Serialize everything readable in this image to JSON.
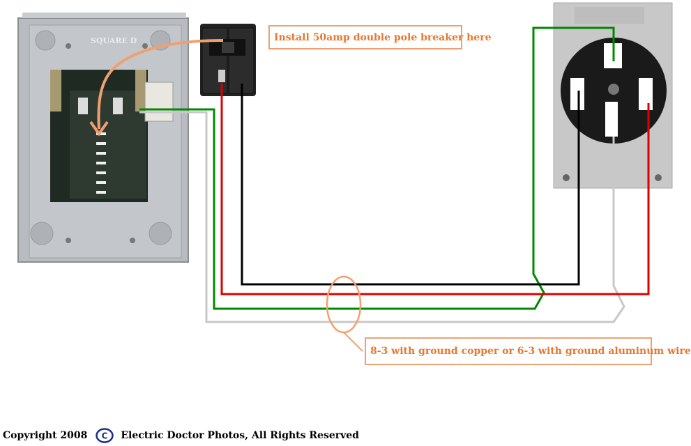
{
  "callouts": {
    "breaker": "Install 50amp double pole breaker here",
    "wire": "8-3 with ground copper or 6-3 with ground aluminum wire"
  },
  "panel_label": "SQUARE D",
  "footer": {
    "copyright": "Copyright 2008",
    "copyright_symbol": "C",
    "owner": "Electric Doctor Photos,  All Rights Reserved"
  },
  "colors": {
    "accent": "#e8772e",
    "callout_border": "#f0a070",
    "wire_black": "#000000",
    "wire_red": "#dd0000",
    "wire_green": "#008800",
    "wire_white": "#c8c8c8",
    "copyright_blue": "#1a2a8a"
  },
  "icons": [
    "breaker-panel-icon",
    "double-pole-breaker-icon",
    "receptacle-outlet-icon",
    "copyright-icon"
  ]
}
